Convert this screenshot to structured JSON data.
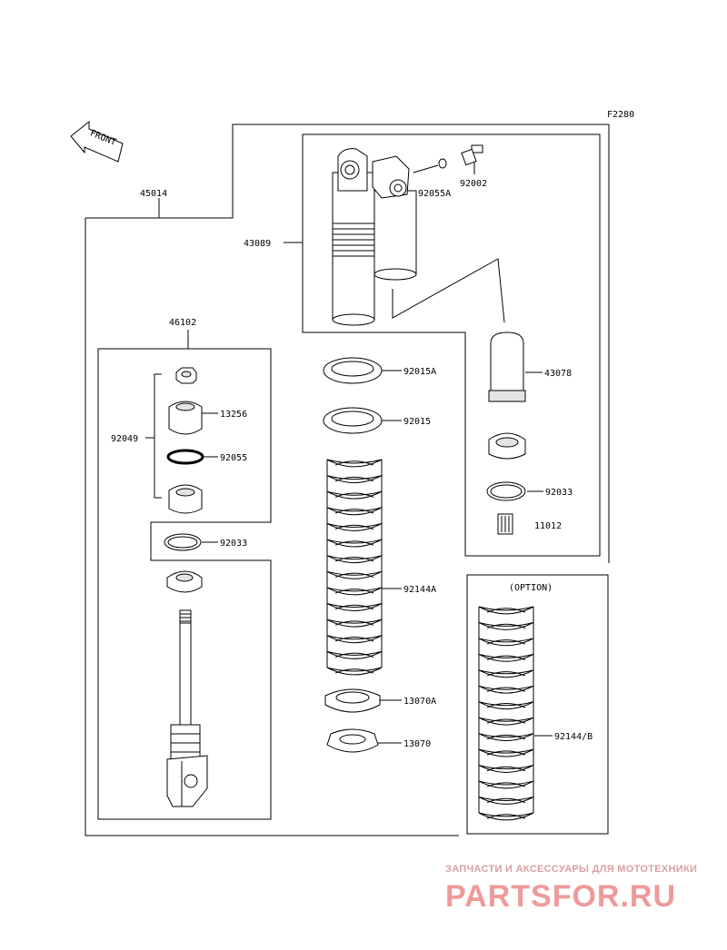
{
  "diagram": {
    "code": "F2280",
    "front_label": "FRONT",
    "option_label": "(OPTION)"
  },
  "parts": {
    "assembly": "45014",
    "reservoir_body": "43089",
    "oring_small": "92055A",
    "bolt": "92002",
    "bladder": "43078",
    "piston_rod_assy": "46102",
    "nut": "92049",
    "bushing": "13256",
    "oring": "92055",
    "circlip_left": "92033",
    "circlip_right": "92033",
    "collar": "11012",
    "locknut_a": "92015A",
    "locknut": "92015",
    "spring": "92144A",
    "spring_guide_a": "13070A",
    "spring_guide": "13070",
    "spring_option": "92144/B"
  },
  "watermark": {
    "tagline": "ЗАПЧАСТИ И АКСЕССУАРЫ ДЛЯ МОТОТЕХНИКИ",
    "brand": "PARTSFOR.RU"
  }
}
